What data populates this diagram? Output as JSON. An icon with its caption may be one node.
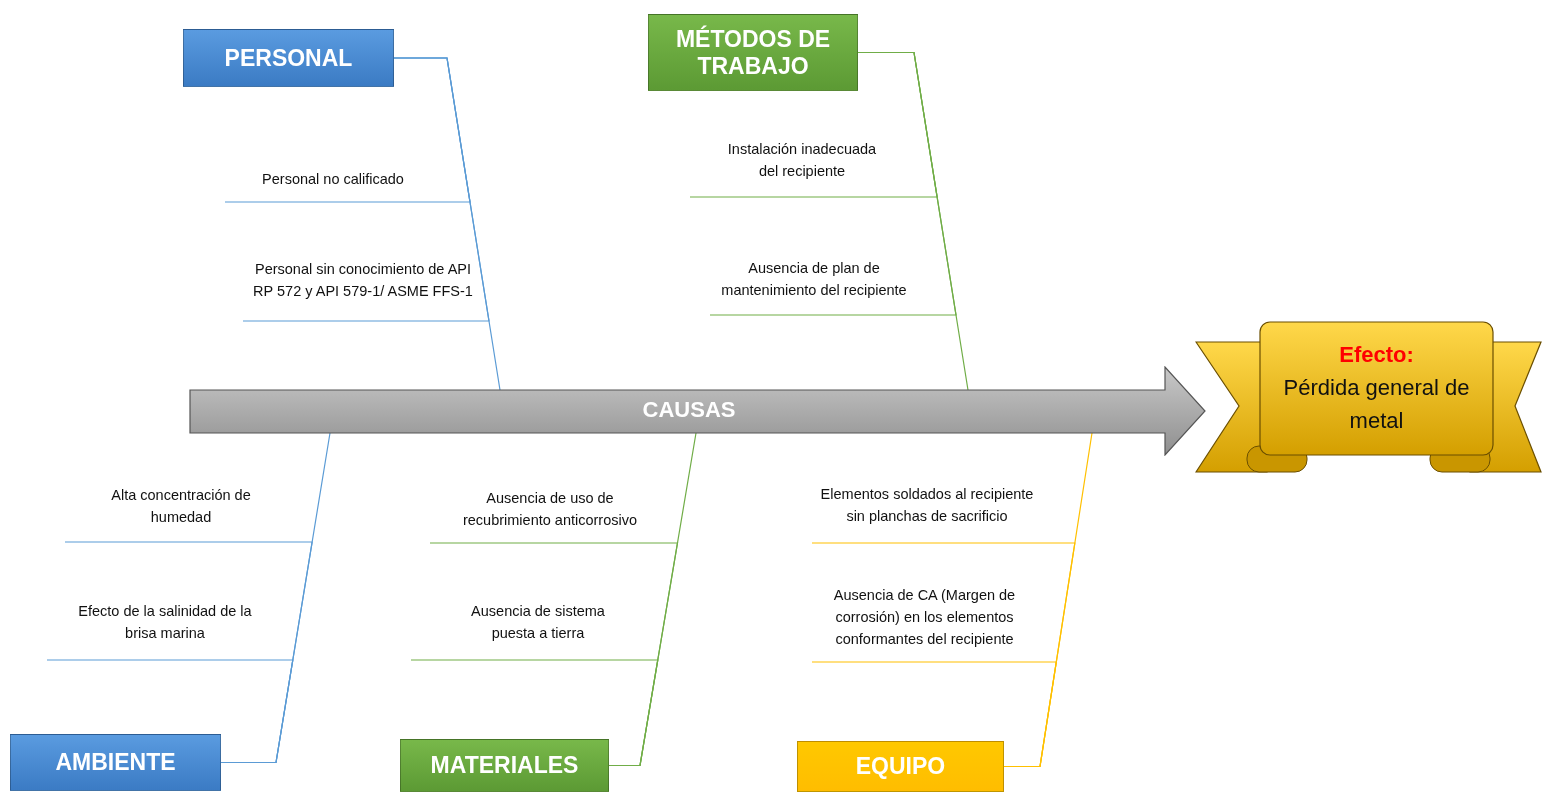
{
  "diagram": {
    "nodes": [
      {
        "text": [
          "PERSONAL"
        ]
      },
      {
        "text": [
          "MÉTODOS DE TRABAJO"
        ]
      },
      {
        "text": [
          "Personal no calificado"
        ]
      },
      {
        "text": [
          "Instalación inadecuada del recipiente"
        ]
      },
      {
        "text": [
          "Personal sin conocimiento de API RP 572 y API 579-1/ ASME FFS-1"
        ]
      },
      {
        "text": [
          "Ausencia de plan de mantenimiento del recipiente"
        ]
      },
      {
        "text": [
          "CAUSAS"
        ]
      },
      {
        "text": [
          "Efecto:",
          "Pérdida general de metal"
        ]
      },
      {
        "text": [
          "Alta concentración de humedad"
        ]
      },
      {
        "text": [
          "Ausencia de uso de recubrimiento anticorrosivo"
        ]
      },
      {
        "text": [
          "Elementos soldados al recipiente sin planchas de sacrificio"
        ]
      },
      {
        "text": [
          "Efecto de la salinidad de la brisa marina"
        ]
      },
      {
        "text": [
          "Ausencia de sistema puesta a tierra"
        ]
      },
      {
        "text": [
          "Ausencia de CA (Margen de corrosión) en los elementos conformantes del recipiente"
        ]
      },
      {
        "text": [
          "AMBIENTE"
        ]
      },
      {
        "text": [
          "MATERIALES"
        ]
      },
      {
        "text": [
          "EQUIPO"
        ]
      }
    ],
    "edges": [
      {
        "from": 0,
        "to": 6,
        "arrow": "none"
      },
      {
        "from": 2,
        "to": 0,
        "arrow": "none"
      },
      {
        "from": 4,
        "to": 0,
        "arrow": "none"
      },
      {
        "from": 1,
        "to": 6,
        "arrow": "none",
        "color": "#70ad47"
      },
      {
        "from": 3,
        "to": 1,
        "arrow": "none",
        "color": "#70ad47"
      },
      {
        "from": 5,
        "to": 1,
        "arrow": "none",
        "color": "#70ad47"
      },
      {
        "from": 14,
        "to": 6,
        "arrow": "none"
      },
      {
        "from": 8,
        "to": 14,
        "arrow": "none"
      },
      {
        "from": 11,
        "to": 14,
        "arrow": "none"
      },
      {
        "from": 15,
        "to": 6,
        "arrow": "none",
        "color": "#70ad47"
      },
      {
        "from": 9,
        "to": 15,
        "arrow": "none",
        "color": "#70ad47"
      },
      {
        "from": 12,
        "to": 15,
        "arrow": "none",
        "color": "#70ad47"
      },
      {
        "from": 16,
        "to": 6,
        "arrow": "none",
        "color": "#ffc000"
      },
      {
        "from": 10,
        "to": 16,
        "arrow": "none",
        "color": "#ffc000"
      },
      {
        "from": 13,
        "to": 16,
        "arrow": "none",
        "color": "#ffc000"
      }
    ]
  }
}
